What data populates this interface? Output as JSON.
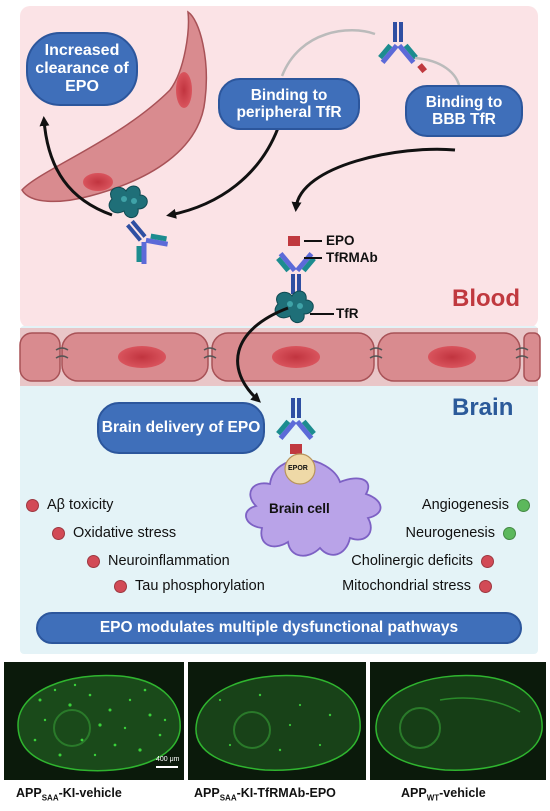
{
  "bubbles": {
    "clearance": "Increased clearance of EPO",
    "peripheral": "Binding to peripheral TfR",
    "bbb": "Binding to BBB TfR",
    "delivery": "Brain delivery of EPO",
    "summary": "EPO modulates multiple dysfunctional pathways"
  },
  "labels": {
    "epo": "EPO",
    "tfrmab": "TfRMAb",
    "tfr": "TfR",
    "blood": "Blood",
    "brain": "Brain",
    "epor": "EPOR",
    "brain_cell": "Brain cell"
  },
  "left_pathways": [
    "Aβ toxicity",
    "Oxidative stress",
    "Neuroinflammation",
    "Tau phosphorylation"
  ],
  "right_pathways": [
    "Angiogenesis",
    "Neurogenesis",
    "Cholinergic deficits",
    "Mitochondrial stress"
  ],
  "right_pathway_status": [
    "increase",
    "increase",
    "decrease",
    "decrease"
  ],
  "scale_bar": "400 μm",
  "captions": {
    "c1_main": "APP",
    "c1_sub": "SAA",
    "c1_rest": "-KI-vehicle",
    "c2_main": "APP",
    "c2_sub": "SAA",
    "c2_rest": "-KI-TfRMAb-EPO",
    "c3_main": "APP",
    "c3_sub": "WT",
    "c3_rest": "-vehicle"
  },
  "colors": {
    "blood_bg": "#fbe3e6",
    "brain_bg": "#e4f3f7",
    "bubble": "#3f6fba",
    "blood_text": "#c0393f",
    "brain_text": "#2b5a9a",
    "red_dot": "#d24a56",
    "green_dot": "#5cb85c",
    "fluorescence": "#2fb52f"
  }
}
